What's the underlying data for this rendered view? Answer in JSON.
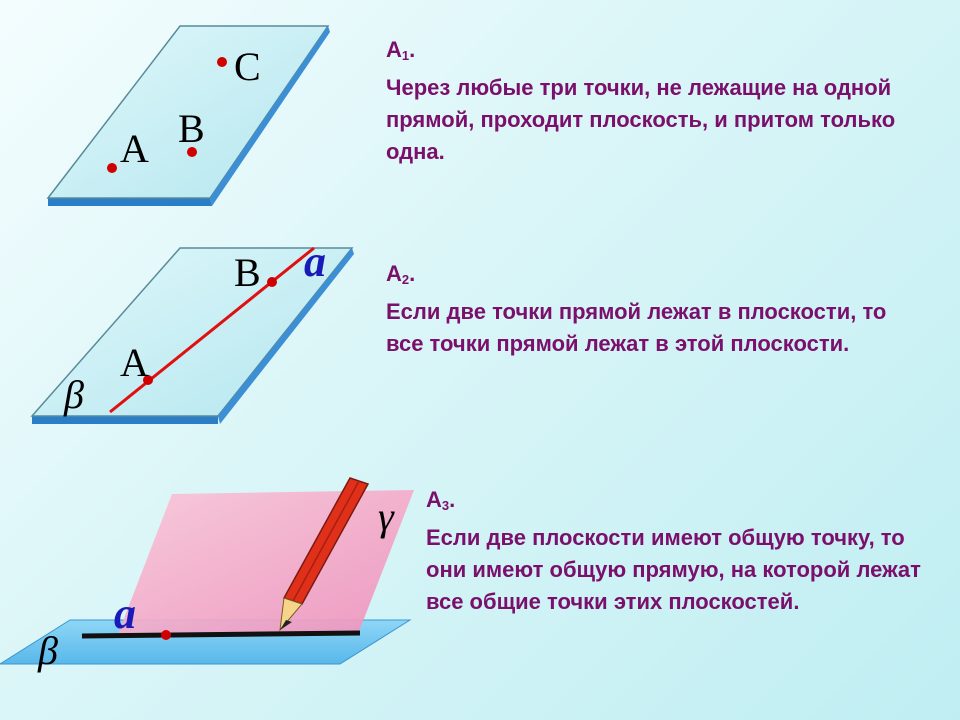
{
  "axioms": [
    {
      "head": "А",
      "sub": "1",
      "dot": ".",
      "text": "Через любые три точки, не лежащие на одной прямой, проходит плоскость, и притом только одна."
    },
    {
      "head": "А",
      "sub": "2",
      "dot": ".",
      "text": "Если две точки прямой лежат в плоскости, то все точки прямой лежат в этой плоскости."
    },
    {
      "head": "А",
      "sub": "3",
      "dot": ".",
      "text": "Если две плоскости имеют общую точку, то  они имеют общую прямую, на которой лежат все общие точки этих плоскостей."
    }
  ],
  "figure1": {
    "point_a": "А",
    "point_b": "В",
    "point_c": "С"
  },
  "figure2": {
    "point_a": "А",
    "point_b": "В",
    "line": "а",
    "plane": "β"
  },
  "figure3": {
    "plane_gamma": "γ",
    "plane_beta": "β",
    "line": "а"
  },
  "colors": {
    "text": "#7a0f6c",
    "plane_fill": "#c8f0f4",
    "plane_edge": "#2a7ec8",
    "pink_plane": "#f4a9c8",
    "point": "#d00000",
    "line_a": "#e01010",
    "pencil": "#e0301a"
  }
}
